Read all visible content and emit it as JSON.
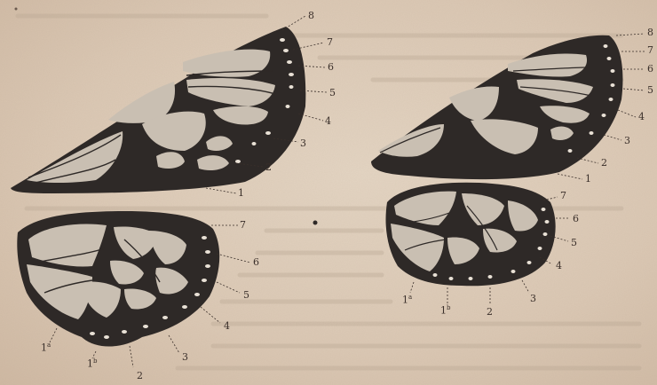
{
  "colors": {
    "paper": "#dcc9b5",
    "ink": "#2e2927",
    "cell": "#c9bfb2"
  },
  "large_forewing": {
    "labels": [
      "8",
      "7",
      "6",
      "5",
      "4",
      "3",
      "2",
      "1"
    ]
  },
  "large_hindwing": {
    "labels": [
      "7",
      "6",
      "5",
      "4",
      "3",
      "2",
      "1",
      "1",
      "a",
      "b"
    ]
  },
  "small_forewing": {
    "labels": [
      "8",
      "7",
      "6",
      "5",
      "4",
      "3",
      "2",
      "1"
    ]
  },
  "small_hindwing": {
    "labels": [
      "7",
      "6",
      "5",
      "4",
      "3",
      "2",
      "1",
      "1",
      "a",
      "b"
    ]
  }
}
